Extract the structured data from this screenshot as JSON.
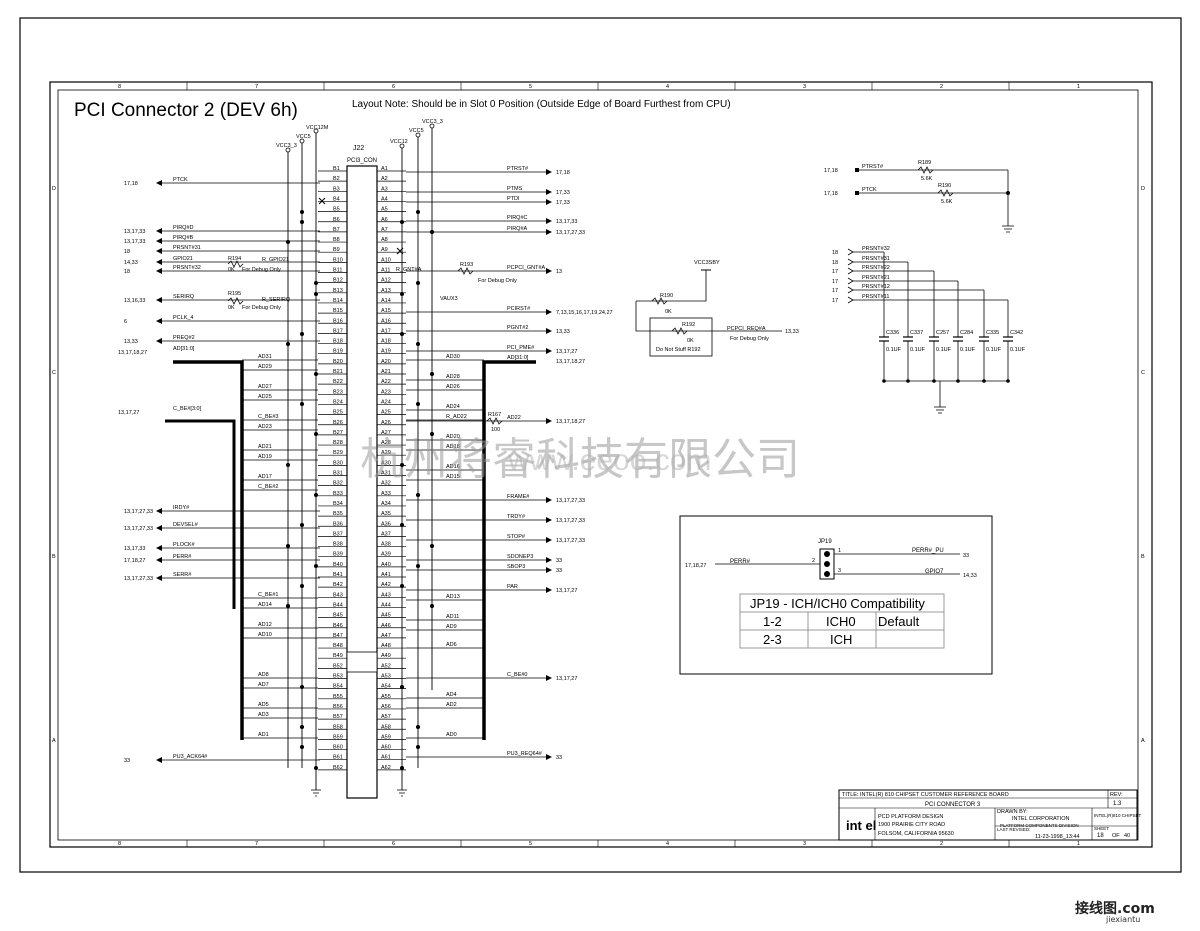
{
  "sheet_title": "PCI Connector 2 (DEV 6h)",
  "layout_note": "Layout Note: Should be in Slot 0 Position (Outside Edge of Board Furthest from CPU)",
  "watermark": "杭州将睿科技有限公司",
  "watermark_url": "www.eeoo.com",
  "border_columns": [
    "8",
    "7",
    "6",
    "5",
    "4",
    "3",
    "2",
    "1"
  ],
  "border_rows": [
    "D",
    "C",
    "B",
    "A"
  ],
  "connector": {
    "ref": "J22",
    "part": "PCI3_CON",
    "power_labels": [
      "VCC3_3",
      "VCC5",
      "VCC12M",
      "VCC12",
      "VCC5",
      "VCC3_3"
    ],
    "b_pins": [
      "B1",
      "B2",
      "B3",
      "B4",
      "B5",
      "B6",
      "B7",
      "B8",
      "B9",
      "B10",
      "B11",
      "B12",
      "B13",
      "B14",
      "B15",
      "B16",
      "B17",
      "B18",
      "B19",
      "B20",
      "B21",
      "B22",
      "B23",
      "B24",
      "B25",
      "B26",
      "B27",
      "B28",
      "B29",
      "B30",
      "B31",
      "B32",
      "B33",
      "B34",
      "B35",
      "B36",
      "B37",
      "B38",
      "B39",
      "B40",
      "B41",
      "B42",
      "B43",
      "B44",
      "B45",
      "B46",
      "B47",
      "B48",
      "B49",
      "B52",
      "B53",
      "B54",
      "B55",
      "B56",
      "B57",
      "B58",
      "B59",
      "B60",
      "B61",
      "B62"
    ],
    "a_pins": [
      "A1",
      "A2",
      "A3",
      "A4",
      "A5",
      "A6",
      "A7",
      "A8",
      "A9",
      "A10",
      "A11",
      "A12",
      "A13",
      "A14",
      "A15",
      "A16",
      "A17",
      "A18",
      "A19",
      "A20",
      "A21",
      "A22",
      "A23",
      "A24",
      "A25",
      "A26",
      "A27",
      "A28",
      "A29",
      "A30",
      "A31",
      "A32",
      "A33",
      "A34",
      "A35",
      "A36",
      "A37",
      "A38",
      "A39",
      "A40",
      "A41",
      "A42",
      "A43",
      "A44",
      "A45",
      "A46",
      "A47",
      "A48",
      "A49",
      "A52",
      "A53",
      "A54",
      "A55",
      "A56",
      "A57",
      "A58",
      "A59",
      "A60",
      "A61",
      "A62"
    ]
  },
  "left_signals": [
    {
      "pages": "17,18",
      "name": "PTCK"
    },
    {
      "pages": "13,17,33",
      "name": "PIRQ#D"
    },
    {
      "pages": "13,17,33",
      "name": "PIRQ#B"
    },
    {
      "pages": "18",
      "name": "PRSNT#31"
    },
    {
      "pages": "14,33",
      "name": "GPIO21"
    },
    {
      "pages": "18",
      "name": "PRSNT#32"
    },
    {
      "pages": "13,16,33",
      "name": "SERIRQ"
    },
    {
      "pages": "6",
      "name": "PCLK_4"
    },
    {
      "pages": "13,33",
      "name": "PREQ#2"
    },
    {
      "pages": "13,17,18,27",
      "name": "AD[31:0]"
    },
    {
      "pages": "13,17,27",
      "name": "C_BE#[3:0]"
    },
    {
      "pages": "13,17,27,33",
      "name": "IRDY#"
    },
    {
      "pages": "13,17,27,33",
      "name": "DEVSEL#"
    },
    {
      "pages": "13,17,33",
      "name": "PLOCK#"
    },
    {
      "pages": "17,18,27",
      "name": "PERR#"
    },
    {
      "pages": "13,17,27,33",
      "name": "SERR#"
    },
    {
      "pages": "33",
      "name": "PU3_ACK64#"
    }
  ],
  "right_signals": [
    {
      "name": "PTRST#",
      "pages": "17,18"
    },
    {
      "name": "PTMS",
      "pages": "17,33"
    },
    {
      "name": "PTDI",
      "pages": "17,33"
    },
    {
      "name": "PIRQ#C",
      "pages": "13,17,33"
    },
    {
      "name": "PIRQ#A",
      "pages": "13,17,27,33"
    },
    {
      "name": "PCPCI_GNT#A",
      "pages": "13"
    },
    {
      "name": "PCIRST#",
      "pages": "7,13,15,16,17,19,24,27"
    },
    {
      "name": "PGNT#2",
      "pages": "13,33"
    },
    {
      "name": "PCI_PME#",
      "pages": "13,17,27"
    },
    {
      "name": "AD[31:0]",
      "pages": "13,17,18,27"
    },
    {
      "name": "AD22",
      "pages": "13,17,18,27"
    },
    {
      "name": "FRAME#",
      "pages": "13,17,27,33"
    },
    {
      "name": "TRDY#",
      "pages": "13,17,27,33"
    },
    {
      "name": "STOP#",
      "pages": "13,17,27,33"
    },
    {
      "name": "SDONEP3",
      "pages": "33"
    },
    {
      "name": "SBOP3",
      "pages": "33"
    },
    {
      "name": "PAR",
      "pages": "13,17,27"
    },
    {
      "name": "C_BE#0",
      "pages": "13,17,27"
    },
    {
      "name": "PU3_REQ64#",
      "pages": "33"
    }
  ],
  "bus_labels_left": [
    "AD31",
    "AD29",
    "AD27",
    "AD25",
    "C_BE#3",
    "AD23",
    "AD21",
    "AD19",
    "AD17",
    "C_BE#2",
    "C_BE#1",
    "AD14",
    "AD12",
    "AD10",
    "AD8",
    "AD7",
    "AD5",
    "AD3",
    "AD1"
  ],
  "bus_labels_right": [
    "AD30",
    "AD28",
    "AD26",
    "AD24",
    "R_AD22",
    "AD20",
    "AD18",
    "AD16",
    "AD15",
    "AD13",
    "AD11",
    "AD9",
    "AD6",
    "AD4",
    "AD2",
    "AD0"
  ],
  "small_parts": {
    "r194": {
      "ref": "R194",
      "value": "0K",
      "net": "R_GPIO21",
      "note": "For Debug Only"
    },
    "r195": {
      "ref": "R195",
      "value": "0K",
      "net": "R_SERIRQ",
      "note": "For Debug Only"
    },
    "r193": {
      "ref": "R193",
      "value": "0K",
      "net": "R_GNT#A",
      "note": "For Debug Only"
    },
    "r190b": {
      "ref": "R190",
      "value": "0K",
      "net": "VAUX3"
    },
    "r192": {
      "ref": "R192",
      "value": "0K",
      "note": "Do Not Stuff R192",
      "net": "PCPCI_REQ#A",
      "pages": "13,33",
      "note2": "For Debug Only"
    },
    "r167": {
      "ref": "R167",
      "value": "100"
    },
    "vcc3sby": "VCC3SBY"
  },
  "pullups": [
    {
      "pages": "17,18",
      "name": "PTRST#",
      "ref": "R189",
      "value": "5.6K"
    },
    {
      "pages": "17,18",
      "name": "PTCK",
      "ref": "R190",
      "value": "5.6K"
    }
  ],
  "prsnt_caps": {
    "nets": [
      {
        "pages": "18",
        "name": "PRSNT#32"
      },
      {
        "pages": "18",
        "name": "PRSNT#31"
      },
      {
        "pages": "17",
        "name": "PRSNT#22"
      },
      {
        "pages": "17",
        "name": "PRSNT#21"
      },
      {
        "pages": "17",
        "name": "PRSNT#12"
      },
      {
        "pages": "17",
        "name": "PRSNT#11"
      }
    ],
    "caps": [
      {
        "ref": "C336",
        "value": "0.1UF"
      },
      {
        "ref": "C337",
        "value": "0.1UF"
      },
      {
        "ref": "C257",
        "value": "0.1UF"
      },
      {
        "ref": "C284",
        "value": "0.1UF"
      },
      {
        "ref": "C335",
        "value": "0.1UF"
      },
      {
        "ref": "C342",
        "value": "0.1UF"
      }
    ]
  },
  "jumper": {
    "ref": "JP19",
    "left_net": "PERR#",
    "left_pages": "17,18,27",
    "pin1": {
      "name": "PERR#_PU",
      "pages": "33"
    },
    "pin3": {
      "name": "GPIO7",
      "pages": "14,33"
    },
    "table_title": "JP19 - ICH/ICH0 Compatibility",
    "rows": [
      [
        "1-2",
        "ICH0",
        "Default"
      ],
      [
        "2-3",
        "ICH",
        ""
      ]
    ]
  },
  "title_block": {
    "title": "TITLE: INTEL(R) 810 CHIPSET CUSTOMER REFERENCE BOARD",
    "sheet_name": "PCI CONNECTOR 3",
    "rev_label": "REV:",
    "rev": "1.3",
    "company": "INTEL CORPORATION",
    "division": "PLATFORM COMPONENTS DIVISION",
    "drawn_by": "DRAWN BY:",
    "group": "PCD PLATFORM DESIGN",
    "address1": "1900 PRAIRIE CITY ROAD",
    "address2": "FOLSOM, CALIFORNIA 95630",
    "project": "INTEL(R)810 CHIPSET",
    "last_revised": "LAST REVISED:",
    "date": "11-23-1998_13:44",
    "sheet_label": "SHEET",
    "sheet": "18",
    "of": "OF",
    "total": "40",
    "logo": "int el"
  },
  "site_mark": "接线图.com",
  "site_url": "jiexiantu"
}
